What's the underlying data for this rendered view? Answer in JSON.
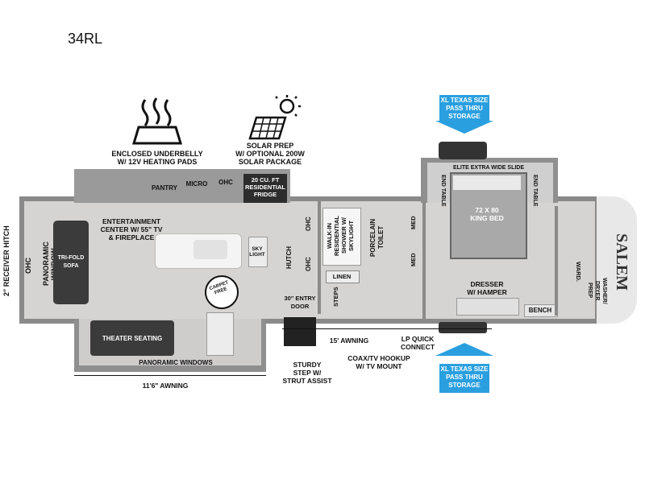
{
  "model": "34RL",
  "icons": {
    "heating": "heating-pads-icon",
    "solar": "solar-panel-icon"
  },
  "features": {
    "underbelly": "ENCLOSED UNDERBELLY\nW/ 12V HEATING PADS",
    "solar": "SOLAR PREP\nW/ OPTIONAL 200W\nSOLAR PACKAGE"
  },
  "storage": {
    "top": "XL TEXAS SIZE\nPASS THRU\nSTORAGE",
    "bottom": "XL TEXAS SIZE\nPASS THRU\nSTORAGE"
  },
  "rooms": {
    "receiver_hitch": "2\" RECEIVER HITCH",
    "ohc_front": "OHC",
    "panoramic_window": "PANORAMIC WINDOW",
    "sofa": "TRI-FOLD\nSOFA",
    "pantry": "PANTRY",
    "micro": "MICRO",
    "ohc_kitchen": "OHC",
    "fridge": "20 CU. FT\nRESIDENTIAL\nFRIDGE",
    "entertainment": "ENTERTAINMENT\nCENTER W/ 55\" TV\n& FIREPLACE",
    "skylight": "SKY\nLIGHT",
    "carpet_free": "CARPET FREE",
    "hutch": "HUTCH",
    "ohc_mid1": "OHC",
    "ohc_mid2": "OHC",
    "shower": "WALK-IN\nRESIDENTIAL\nSHOWER W/\nSKYLIGHT",
    "toilet": "PORCELAIN\nTOILET",
    "med1": "MED",
    "med2": "MED",
    "linen": "LINEN",
    "steps": "STEPS",
    "entry_door": "30\" ENTRY\nDOOR",
    "theater": "THEATER SEATING",
    "panoramic_windows": "PANORAMIC WINDOWS",
    "awning_main": "11'6\" AWNING",
    "awning_15": "15' AWNING",
    "sturdy_step": "STURDY\nSTEP W/\nSTRUT ASSIST",
    "coax": "COAX/TV HOOKUP\nW/ TV MOUNT",
    "lp": "LP QUICK\nCONNECT",
    "slide": "ELITE EXTRA WIDE SLIDE",
    "end_table_left": "END TABLE",
    "end_table_right": "END TABLE",
    "bed": "72 X 80\nKING BED",
    "dresser": "DRESSER\nW/ HAMPER",
    "bench": "BENCH",
    "wardrobe": "WARD.",
    "washer": "WASHER/\nDRYER\nPREP",
    "brand": "SALEM"
  },
  "colors": {
    "floor": "#cfcfcf",
    "wall": "#8a8a8a",
    "storage_blue": "#2a9fe0"
  }
}
